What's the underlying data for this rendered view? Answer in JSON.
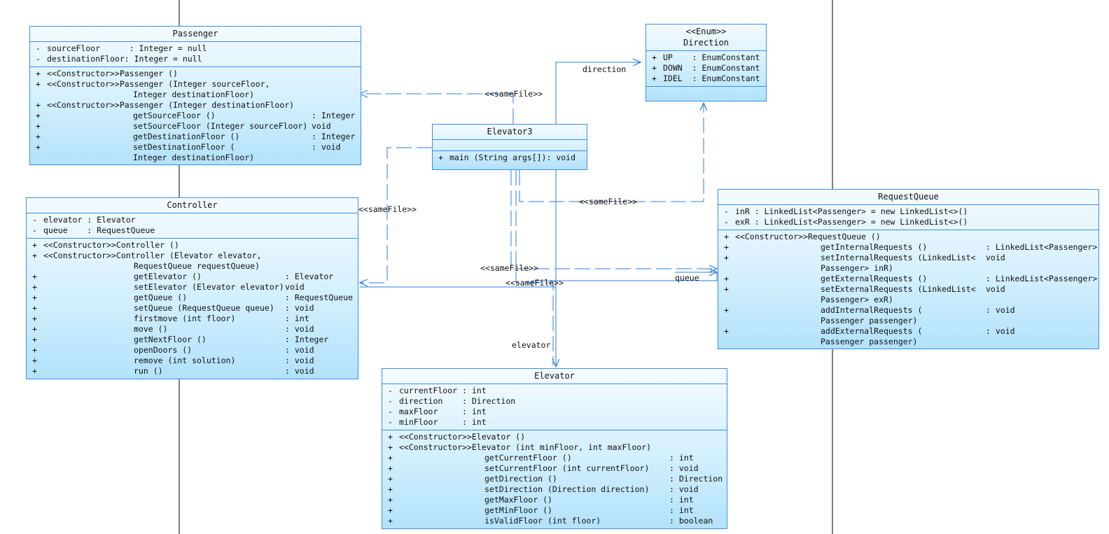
{
  "diagram": {
    "edge_labels": {
      "direction": "direction",
      "samefile_passenger": "<<sameFile>>",
      "samefile_controller": "<<sameFile>>",
      "samefile_direction": "<<sameFile>>",
      "samefile_rq": "<<sameFile>>",
      "samefile_ctrl2": "<<sameFile>>",
      "queue": "queue",
      "elevator": "elevator"
    }
  },
  "classes": {
    "passenger": {
      "name": "Passenger",
      "attrs": [
        [
          "-",
          "sourceFloor      : Integer = null",
          "",
          ""
        ],
        [
          "-",
          "destinationFloor: Integer = null",
          "",
          ""
        ]
      ],
      "ops": [
        [
          "+",
          "<<Constructor>>Passenger ()",
          "",
          ""
        ],
        [
          "+",
          "<<Constructor>>Passenger (Integer sourceFloor,",
          "",
          ""
        ],
        [
          "",
          "",
          "Integer destinationFloor)",
          ""
        ],
        [
          "+",
          "<<Constructor>>Passenger (Integer destinationFloor)",
          "",
          ""
        ],
        [
          "+",
          "",
          "getSourceFloor ()",
          ": Integer"
        ],
        [
          "+",
          "",
          "setSourceFloor (Integer sourceFloor)",
          "void"
        ],
        [
          "+",
          "",
          "getDestinationFloor ()",
          ": Integer"
        ],
        [
          "+",
          "",
          "setDestinationFloor (",
          ": void"
        ],
        [
          "",
          "",
          "Integer destinationFloor)",
          ""
        ]
      ]
    },
    "direction": {
      "stereotype": "<<Enum>>",
      "name": "Direction",
      "attrs": [
        [
          "+",
          "UP    : EnumConstant",
          "",
          ""
        ],
        [
          "+",
          "DOWN  : EnumConstant",
          "",
          ""
        ],
        [
          "+",
          "IDEL  : EnumConstant",
          "",
          ""
        ]
      ],
      "ops": []
    },
    "elevator3": {
      "name": "Elevator3",
      "attrs": [],
      "ops": [
        [
          "+",
          "main (String args[]): void",
          "",
          ""
        ]
      ]
    },
    "controller": {
      "name": "Controller",
      "attrs": [
        [
          "-",
          "elevator : Elevator",
          "",
          ""
        ],
        [
          "-",
          "queue    : RequestQueue",
          "",
          ""
        ]
      ],
      "ops": [
        [
          "+",
          "<<Constructor>>Controller ()",
          "",
          ""
        ],
        [
          "+",
          "<<Constructor>>Controller (Elevator elevator,",
          "",
          ""
        ],
        [
          "",
          "",
          "RequestQueue requestQueue)",
          ""
        ],
        [
          "+",
          "",
          "getElevator ()",
          ": Elevator"
        ],
        [
          "+",
          "",
          "setElevator (Elevator elevator)",
          "void"
        ],
        [
          "+",
          "",
          "getQueue ()",
          ": RequestQueue"
        ],
        [
          "+",
          "",
          "setQueue (RequestQueue queue)",
          ": void"
        ],
        [
          "+",
          "",
          "firstmove (int floor)",
          ": int"
        ],
        [
          "+",
          "",
          "move ()",
          ": void"
        ],
        [
          "+",
          "",
          "getNextFloor ()",
          ": Integer"
        ],
        [
          "+",
          "",
          "openDoors ()",
          ": void"
        ],
        [
          "+",
          "",
          "remove (int solution)",
          ": void"
        ],
        [
          "+",
          "",
          "run ()",
          ": void"
        ]
      ]
    },
    "requestqueue": {
      "name": "RequestQueue",
      "attrs": [
        [
          "-",
          "inR : LinkedList<Passenger> = new LinkedList<>()",
          "",
          ""
        ],
        [
          "-",
          "exR : LinkedList<Passenger> = new LinkedList<>()",
          "",
          ""
        ]
      ],
      "ops": [
        [
          "+",
          "<<Constructor>>RequestQueue ()",
          "",
          ""
        ],
        [
          "+",
          "",
          "getInternalRequests ()",
          ": LinkedList<Passenger>"
        ],
        [
          "+",
          "",
          "setInternalRequests (LinkedList<",
          "void"
        ],
        [
          "",
          "",
          "Passenger> inR)",
          ""
        ],
        [
          "+",
          "",
          "getExternalRequests ()",
          ": LinkedList<Passenger>"
        ],
        [
          "+",
          "",
          "setExternalRequests (LinkedList<",
          "void"
        ],
        [
          "",
          "",
          "Passenger> exR)",
          ""
        ],
        [
          "+",
          "",
          "addInternalRequests (",
          ": void"
        ],
        [
          "",
          "",
          "Passenger passenger)",
          ""
        ],
        [
          "+",
          "",
          "addExternalRequests (",
          ": void"
        ],
        [
          "",
          "",
          "Passenger passenger)",
          ""
        ]
      ]
    },
    "elevator": {
      "name": "Elevator",
      "attrs": [
        [
          "-",
          "currentFloor : int",
          "",
          ""
        ],
        [
          "-",
          "direction    : Direction",
          "",
          ""
        ],
        [
          "-",
          "maxFloor     : int",
          "",
          ""
        ],
        [
          "-",
          "minFloor     : int",
          "",
          ""
        ]
      ],
      "ops": [
        [
          "+",
          "<<Constructor>>Elevator ()",
          "",
          ""
        ],
        [
          "+",
          "<<Constructor>>Elevator (int minFloor, int maxFloor)",
          "",
          ""
        ],
        [
          "+",
          "",
          "getCurrentFloor ()",
          ": int"
        ],
        [
          "+",
          "",
          "setCurrentFloor (int currentFloor)",
          ": void"
        ],
        [
          "+",
          "",
          "getDirection ()",
          ": Direction"
        ],
        [
          "+",
          "",
          "setDirection (Direction direction)",
          ": void"
        ],
        [
          "+",
          "",
          "getMaxFloor ()",
          ": int"
        ],
        [
          "+",
          "",
          "getMinFloor ()",
          ": int"
        ],
        [
          "+",
          "",
          "isValidFloor (int floor)",
          ": boolean"
        ]
      ]
    }
  }
}
